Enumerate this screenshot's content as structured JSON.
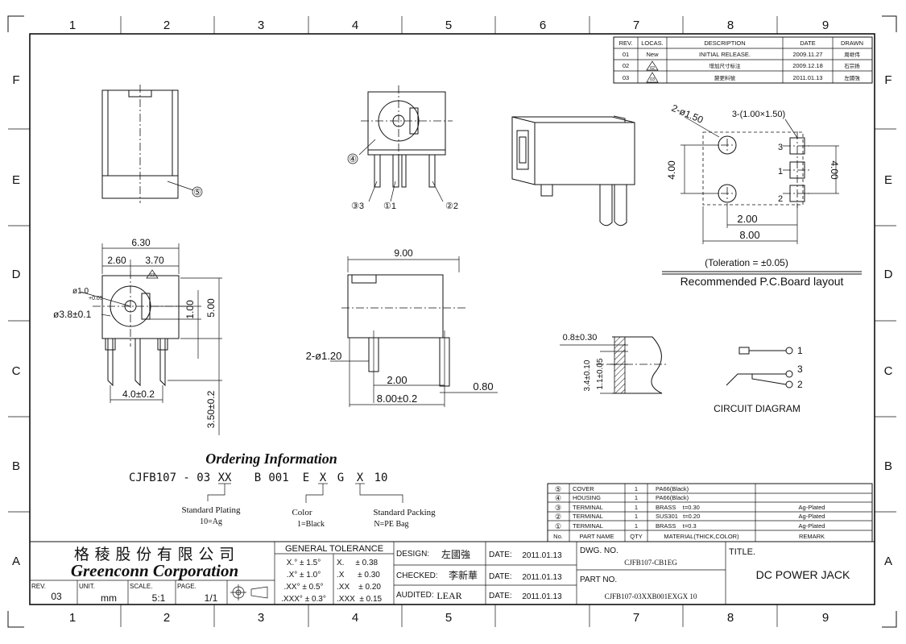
{
  "zones": {
    "columns": [
      "1",
      "2",
      "3",
      "4",
      "5",
      "6",
      "7",
      "8",
      "9"
    ],
    "rows": [
      "F",
      "E",
      "D",
      "C",
      "B",
      "A"
    ]
  },
  "revisions": {
    "headers": [
      "REV.",
      "LOCAS.",
      "DESCRIPTION",
      "DATE",
      "DRAWN"
    ],
    "rows": [
      {
        "rev": "01",
        "locas": "New",
        "desc": "INITIAL RELEASE.",
        "date": "2009.11.27",
        "drawn": "周继伟"
      },
      {
        "rev": "02",
        "locas": "02",
        "desc": "增加尺寸标注",
        "date": "2009.12.18",
        "drawn": "石宗扬"
      },
      {
        "rev": "03",
        "locas": "03",
        "desc": "變更料號",
        "date": "2011.01.13",
        "drawn": "左國強"
      }
    ]
  },
  "views": {
    "side_balloon": "⑤",
    "front_balloons": {
      "housing": "④",
      "term3": "③3",
      "term1": "①1",
      "term2": "②2"
    },
    "pcb": {
      "hole_label": "2-ø1.50",
      "pad_label": "3-(1.00×1.50)",
      "pad_nums": [
        "3",
        "1",
        "2"
      ],
      "dim_left": "4.00",
      "dim_right": "4.00",
      "dim_200": "2.00",
      "dim_800": "8.00",
      "toleration": "(Toleration = ±0.05)",
      "caption": "Recommended P.C.Board layout"
    },
    "front_dims": {
      "w630": "6.30",
      "w260": "2.60",
      "w370": "3.70",
      "rev_tri": "03",
      "pin": "ø1.0",
      "pin_tol": "+0.05",
      "dia": "ø3.8±0.1",
      "h100": "1.00",
      "h500": "5.00",
      "pitch": "4.0±0.2",
      "lead": "3.50±0.2"
    },
    "top_dims": {
      "len": "9.00",
      "holes": "2-ø1.20",
      "d200": "2.00",
      "d800": "8.00±0.2",
      "d080": "0.80"
    },
    "detail_dims": {
      "t": "0.8±0.30",
      "h34": "3.4±0.10",
      "h11": "1.1±0.05"
    },
    "circuit": {
      "pins": [
        "1",
        "3",
        "2"
      ],
      "caption": "CIRCUIT DIAGRAM"
    }
  },
  "ordering": {
    "title": "Ordering Information",
    "code": [
      "CJFB107 - 03",
      "XX",
      "B",
      "001",
      "E",
      "X",
      "G",
      "X",
      "10"
    ],
    "plating_label": "Standard Plating",
    "plating_value": "10=Ag",
    "color_label": "Color",
    "color_value": "1=Black",
    "packing_label": "Standard Packing",
    "packing_value": "N=PE Bag"
  },
  "bom": {
    "headers": [
      "No.",
      "PART NAME",
      "QTY",
      "MATERIAL(THICK,COLOR)",
      "REMARK"
    ],
    "rows": [
      {
        "no": "⑤",
        "name": "COVER",
        "qty": "1",
        "material": "PA66(Black)",
        "remark": ""
      },
      {
        "no": "④",
        "name": "HOUSING",
        "qty": "1",
        "material": "PA66(Black)",
        "remark": ""
      },
      {
        "no": "③",
        "name": "TERMINAL",
        "qty": "1",
        "material": "BRASS    t=0.30",
        "remark": "Ag-Plated"
      },
      {
        "no": "②",
        "name": "TERMINAL",
        "qty": "1",
        "material": "SUS301   t=0.20",
        "remark": "Ag-Plated"
      },
      {
        "no": "①",
        "name": "TERMINAL",
        "qty": "1",
        "material": "BRASS    t=0.3",
        "remark": "Ag-Plated"
      }
    ]
  },
  "title_block": {
    "company_cn": "格 稜 股 份 有 限 公 司",
    "company_en": "Greenconn Corporation",
    "rev_label": "REV.",
    "rev_value": "03",
    "unit_label": "UNIT.",
    "unit_value": "mm",
    "scale_label": "SCALE.",
    "scale_value": "5:1",
    "page_label": "PAGE.",
    "page_value": "1/1",
    "tol_title": "GENERAL TOLERANCE",
    "tol_rows": [
      {
        "a": "X.° ± 1.5°",
        "b": "X.     ± 0.38"
      },
      {
        "a": ".X° ± 1.0°",
        "b": ".X      ± 0.30"
      },
      {
        "a": ".XX° ± 0.5°",
        "b": ".XX    ± 0.20"
      },
      {
        "a": ".XXX° ± 0.3°",
        "b": ".XXX  ± 0.15"
      }
    ],
    "design_label": "DESIGN:",
    "design_value": "左國強",
    "checked_label": "CHECKED:",
    "checked_value": "李新華",
    "audited_label": "AUDITED:",
    "audited_value": "LEAR",
    "date_label": "DATE:",
    "date_value": "2011.01.13",
    "dwg_label": "DWG. NO.",
    "dwg_value": "CJFB107-CB1EG",
    "part_label": "PART NO.",
    "part_value": "CJFB107-03XXB001EXGX 10",
    "title_label": "TITLE.",
    "title_value": "DC POWER JACK"
  }
}
